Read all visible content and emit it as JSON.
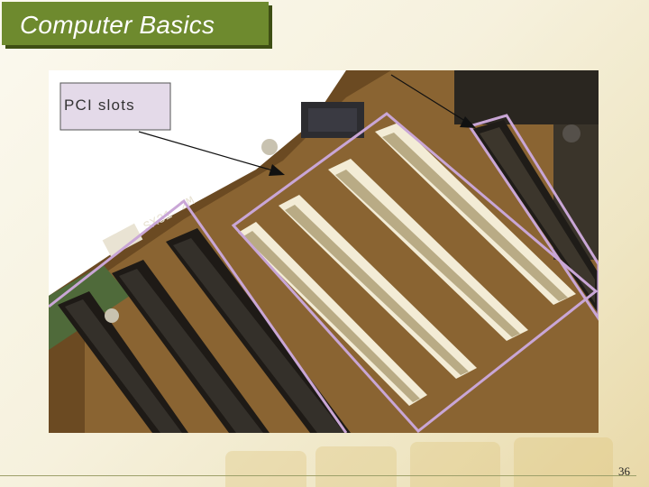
{
  "slide": {
    "title": "Computer Basics",
    "number": "36"
  },
  "photo": {
    "callout_label": "PCI slots",
    "board_marking_1": "SX31",
    "board_marking_2": "2M"
  },
  "colors": {
    "title_background": "#6e8a2e",
    "highlight_outline": "#c9a6d6",
    "slot_color": "#f3ecd6",
    "board_color": "#7a5a2c"
  }
}
